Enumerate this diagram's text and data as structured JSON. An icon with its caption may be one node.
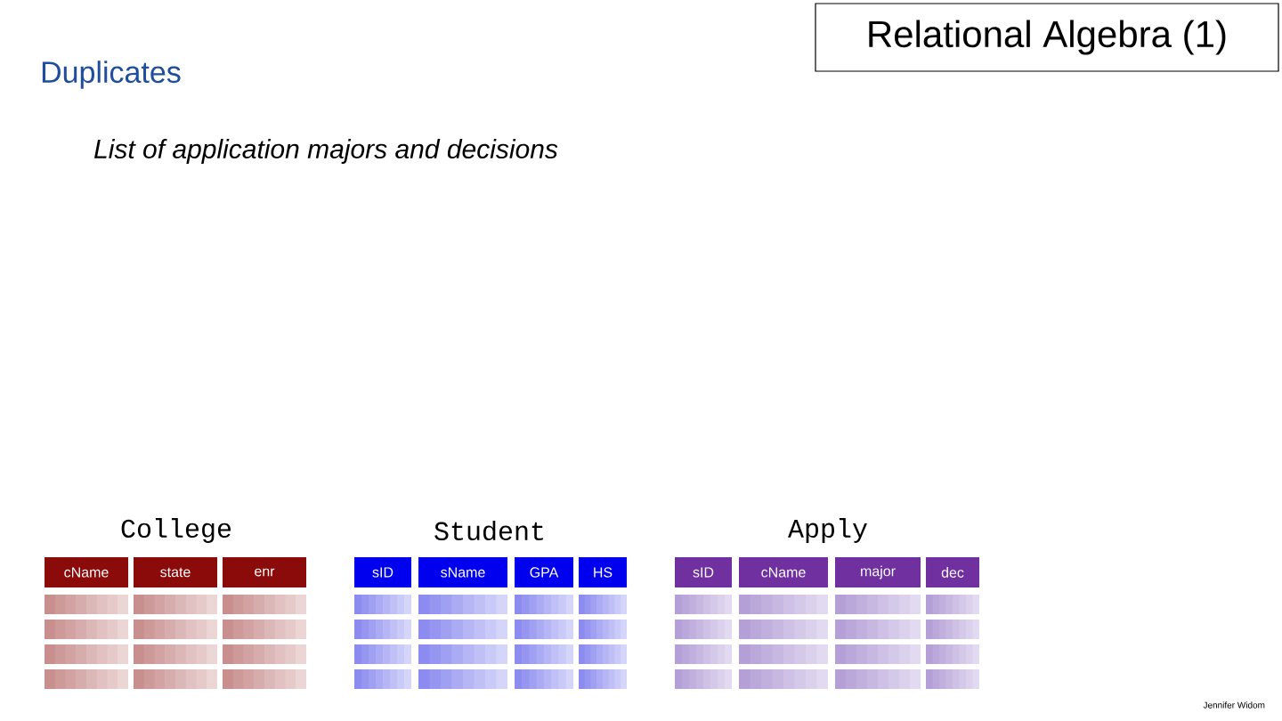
{
  "diagram": {
    "title": "Duplicates",
    "nodes": [
      {
        "text": [
          "Relational Algebra (1)"
        ]
      },
      {
        "text": [
          "cName"
        ]
      },
      {
        "text": [
          "state"
        ]
      },
      {
        "text": [
          "enr"
        ]
      },
      {
        "text": [
          "sID"
        ]
      },
      {
        "text": [
          "sName"
        ]
      },
      {
        "text": [
          "GPA"
        ]
      },
      {
        "text": [
          "HS"
        ]
      },
      {
        "text": [
          "sID"
        ]
      },
      {
        "text": [
          "cName"
        ]
      },
      {
        "text": [
          "major"
        ]
      },
      {
        "text": [
          "dec"
        ]
      }
    ],
    "labels": [
      "List of application majors and decisions",
      "College",
      "Student",
      "Apply",
      "Jennifer Widom"
    ]
  }
}
